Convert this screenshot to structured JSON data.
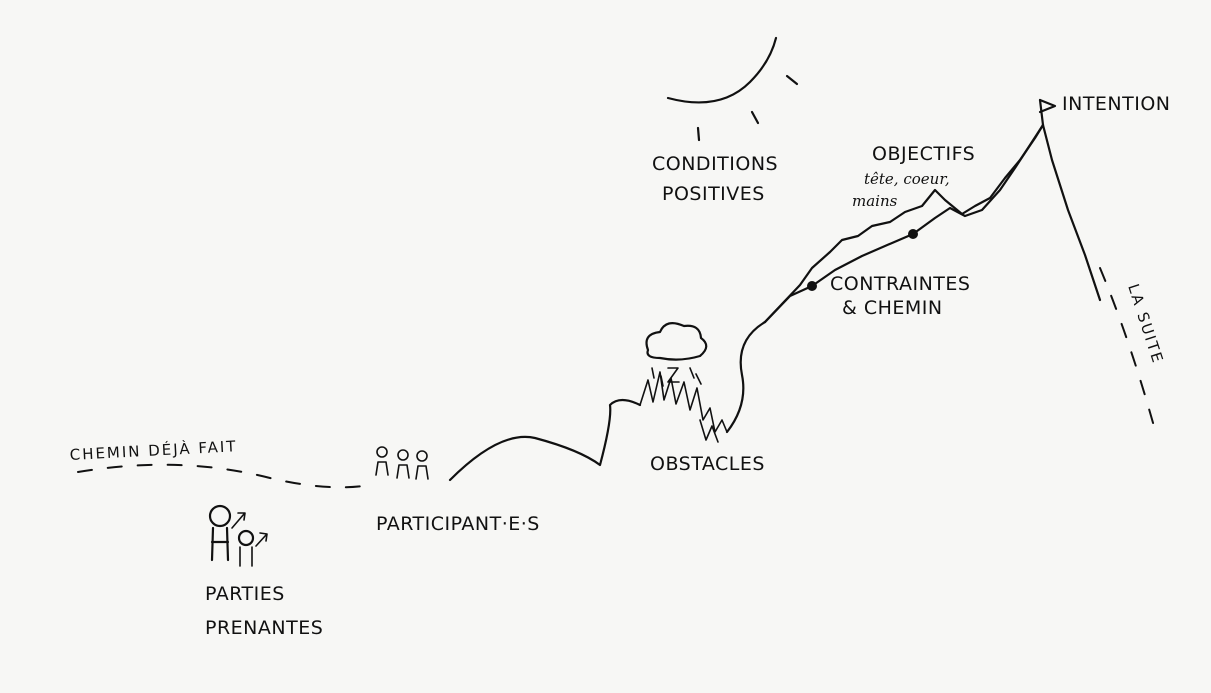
{
  "labels": {
    "intention": "INTENTION",
    "objectifs": "OBJECTIFS",
    "objectifs_sub1": "tête, coeur,",
    "objectifs_sub2": "mains",
    "conditions_line1": "CONDITIONS",
    "conditions_line2": "POSITIVES",
    "contraintes_line1": "CONTRAINTES",
    "contraintes_line2": "& CHEMIN",
    "obstacles": "OBSTACLES",
    "participants": "PARTICIPANT·E·S",
    "parties_line1": "PARTIES",
    "parties_line2": "PRENANTES",
    "chemin_deja_fait": "CHEMIN DÉJÀ FAIT",
    "la_suite": "LA SUITE"
  }
}
